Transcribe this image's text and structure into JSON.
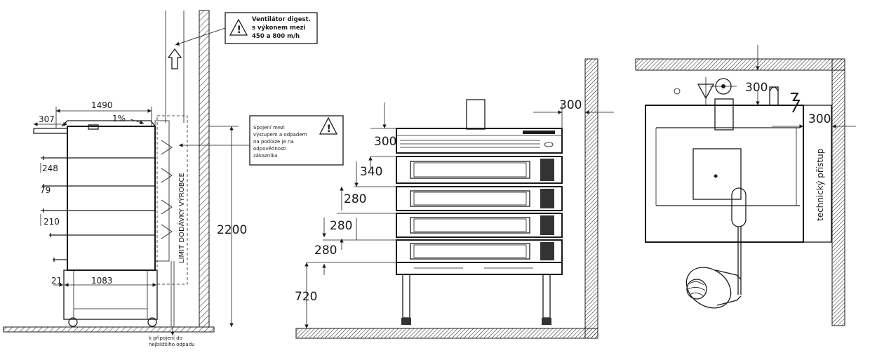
{
  "side_view": {
    "dims": {
      "total_depth": "1490",
      "slope": "1%",
      "top_overhang": "307",
      "shelf_248": "248",
      "shelf_79": "79",
      "shelf_210": "210",
      "leg_offset": "21",
      "stand_depth": "1083",
      "ceiling_height": "2200"
    },
    "supply_limit_label": "LIMIT DODÁVKY VÝROBCE",
    "drain_note": [
      "k připojení do",
      "nejbližšího odpadu"
    ],
    "fan_warning": [
      "Ventilátor digest.",
      "s výkonem mezi",
      "450 a 800 m/h"
    ],
    "drain_warning": [
      "Spojení mezi",
      "výstupem a odpadem",
      "na podlaze je na",
      "odpovědnosti",
      "zákazníka"
    ]
  },
  "front_view": {
    "dims": {
      "top_section": "300",
      "deck_1": "340",
      "deck_2": "280",
      "deck_3": "280",
      "deck_4": "280",
      "stand_height": "720",
      "wall_clearance": "300"
    }
  },
  "top_view": {
    "dims": {
      "rear_clearance": "300",
      "side_clearance": "300"
    },
    "access_label": "technický přístup"
  }
}
